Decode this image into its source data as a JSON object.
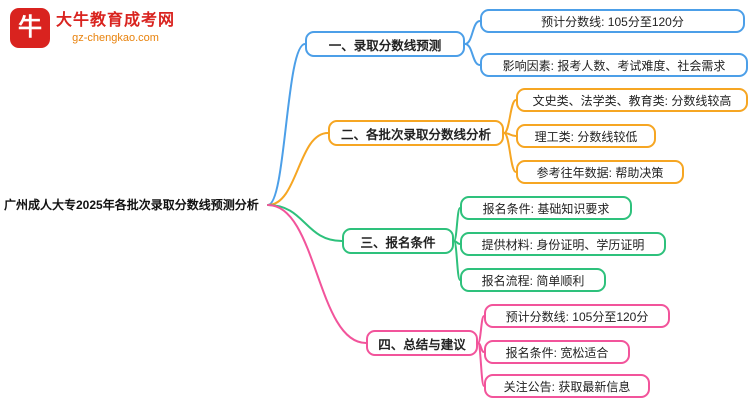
{
  "logo": {
    "title": "大牛教育成考网",
    "url": "gz-chengkao.com",
    "icon": "bull-icon",
    "brand_color": "#D9231F",
    "url_color": "#E8820C"
  },
  "root": {
    "label": "广州成人大专2025年各批次录取分数线预测分析"
  },
  "colors": {
    "branch1": "#4C9FE8",
    "branch2": "#F6A623",
    "branch3": "#2EC17C",
    "branch4": "#F2549B"
  },
  "branches": [
    {
      "label": "一、录取分数线预测",
      "color": "#4C9FE8",
      "children": [
        {
          "label": "预计分数线: 105分至120分"
        },
        {
          "label": "影响因素: 报考人数、考试难度、社会需求"
        }
      ]
    },
    {
      "label": "二、各批次录取分数线分析",
      "color": "#F6A623",
      "children": [
        {
          "label": "文史类、法学类、教育类: 分数线较高"
        },
        {
          "label": "理工类: 分数线较低"
        },
        {
          "label": "参考往年数据: 帮助决策"
        }
      ]
    },
    {
      "label": "三、报名条件",
      "color": "#2EC17C",
      "children": [
        {
          "label": "报名条件: 基础知识要求"
        },
        {
          "label": "提供材料: 身份证明、学历证明"
        },
        {
          "label": "报名流程: 简单顺利"
        }
      ]
    },
    {
      "label": "四、总结与建议",
      "color": "#F2549B",
      "children": [
        {
          "label": "预计分数线: 105分至120分"
        },
        {
          "label": "报名条件: 宽松适合"
        },
        {
          "label": "关注公告: 获取最新信息"
        }
      ]
    }
  ]
}
